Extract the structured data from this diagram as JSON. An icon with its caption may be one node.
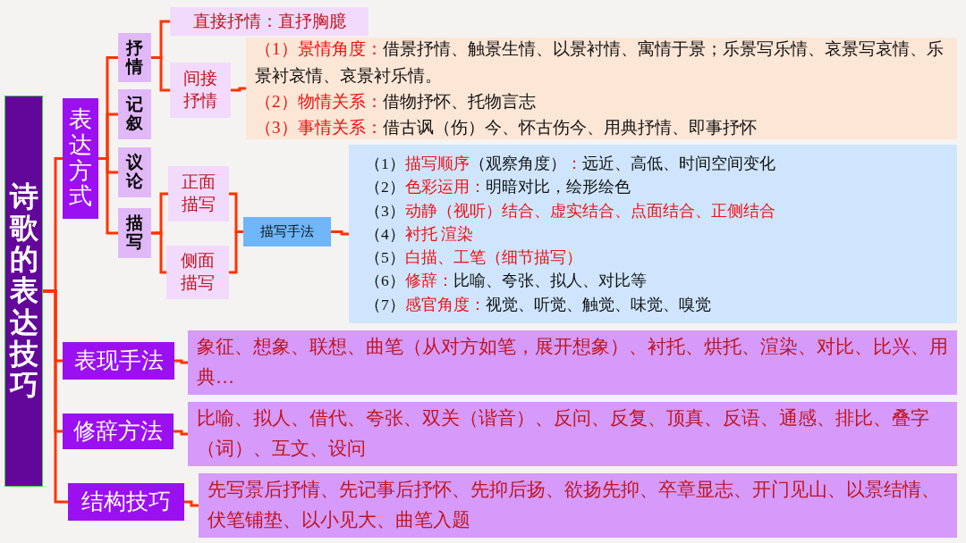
{
  "diagram": {
    "nodes": [
      {
        "text": [
          "诗歌的表达技巧"
        ]
      },
      {
        "text": [
          "表达方式"
        ]
      },
      {
        "text": [
          "抒情"
        ]
      },
      {
        "text": [
          "记叙"
        ]
      },
      {
        "text": [
          "议论"
        ]
      },
      {
        "text": [
          "描写"
        ]
      },
      {
        "text": [
          "直接抒情：直抒胸臆"
        ]
      },
      {
        "text": [
          "间接抒情"
        ]
      },
      {
        "text": [
          "**（1）景情角度：**借景抒情、触景生情、以景衬情、寓情于景；乐景写乐情、哀景写哀情、乐景衬哀情、哀景衬乐情。",
          "**（2）物情关系：**借物抒怀、托物言志",
          "**（3）事情关系：**借古讽（伤）今、怀古伤今、用典抒情、即事抒怀"
        ]
      },
      {
        "text": [
          "正面描写"
        ]
      },
      {
        "text": [
          "侧面描写"
        ]
      },
      {
        "text": [
          "描写手法"
        ]
      },
      {
        "text": [
          "（1）**描写顺序**（观察角度）**：**远近、高低、时间空间变化",
          "（2）**色彩运用：**明暗对比，绘形绘色",
          "（3）**动静（视听）结合、虚实结合、点面结合、正侧结合**",
          "（4）**衬托 渲染**",
          "（5）**白描、工笔（细节描写）**",
          "（6）**修辞：**比喻、夸张、拟人、对比等",
          "（7）**感官角度：**视觉、听觉、触觉、味觉、嗅觉"
        ]
      },
      {
        "text": [
          "表现手法"
        ]
      },
      {
        "text": [
          "象征、想象、联想、曲笔（从对方如笔，展开想象）、衬托、烘托、渲染、对比、比兴、用典…"
        ]
      },
      {
        "text": [
          "修辞方法"
        ]
      },
      {
        "text": [
          "比喻、拟人、借代、夸张、双关（谐音）、反问、反复、顶真、反语、通感、排比、叠字（词）、互文、设问"
        ]
      },
      {
        "text": [
          "结构技巧"
        ]
      },
      {
        "text": [
          "先写景后抒情、先记事后抒怀、先抑后扬、欲扬先抑、卒章显志、开门见山、以景结情、伏笔铺垫、以小见大、曲笔入题"
        ]
      }
    ],
    "edges": [
      {
        "from": 0,
        "to": 1,
        "arrow": "none"
      },
      {
        "from": 0,
        "to": 13,
        "arrow": "none"
      },
      {
        "from": 0,
        "to": 15,
        "arrow": "none"
      },
      {
        "from": 0,
        "to": 17,
        "arrow": "none"
      },
      {
        "from": 1,
        "to": 2,
        "arrow": "none"
      },
      {
        "from": 1,
        "to": 3,
        "arrow": "none"
      },
      {
        "from": 1,
        "to": 4,
        "arrow": "none"
      },
      {
        "from": 1,
        "to": 5,
        "arrow": "none"
      },
      {
        "from": 2,
        "to": 6,
        "arrow": "none"
      },
      {
        "from": 2,
        "to": 7,
        "arrow": "none"
      },
      {
        "from": 7,
        "to": 8,
        "arrow": "none"
      },
      {
        "from": 5,
        "to": 9,
        "arrow": "none"
      },
      {
        "from": 5,
        "to": 10,
        "arrow": "none"
      },
      {
        "from": 9,
        "to": 11,
        "arrow": "none"
      },
      {
        "from": 10,
        "to": 11,
        "arrow": "none"
      },
      {
        "from": 11,
        "to": 12,
        "arrow": "none"
      },
      {
        "from": 13,
        "to": 14,
        "arrow": "none"
      },
      {
        "from": 15,
        "to": 16,
        "arrow": "none"
      },
      {
        "from": 17,
        "to": 18,
        "arrow": "none"
      }
    ]
  }
}
